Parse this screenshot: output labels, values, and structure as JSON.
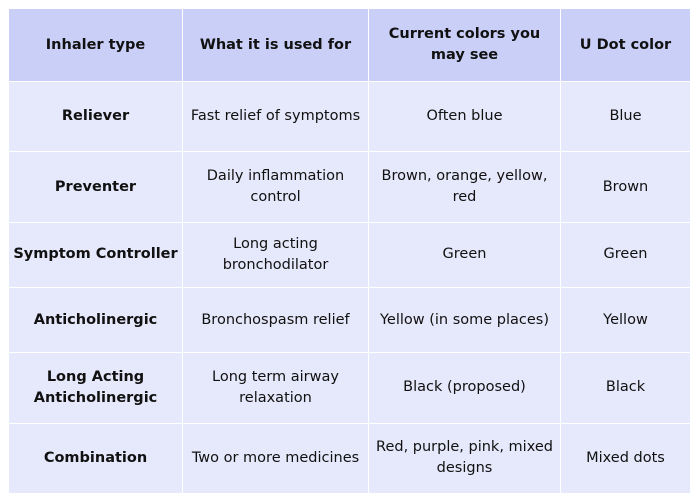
{
  "table": {
    "headers": [
      "Inhaler type",
      "What it is used for",
      "Current colors you may see",
      "U Dot color"
    ],
    "rows": [
      [
        "Reliever",
        "Fast relief of symptoms",
        "Often blue",
        "Blue"
      ],
      [
        "Preventer",
        "Daily inflammation control",
        "Brown, orange, yellow, red",
        "Brown"
      ],
      [
        "Symptom Controller",
        "Long acting bronchodilator",
        "Green",
        "Green"
      ],
      [
        "Anticholinergic",
        "Bronchospasm relief",
        "Yellow (in some places)",
        "Yellow"
      ],
      [
        "Long Acting Anticholinergic",
        "Long term airway relaxation",
        "Black (proposed)",
        "Black"
      ],
      [
        "Combination",
        "Two or more medicines",
        "Red, purple, pink, mixed designs",
        "Mixed dots"
      ]
    ]
  },
  "colors": {
    "header_bg": "#c9cff7",
    "cell_bg": "#e6e8fb",
    "border": "#ffffff",
    "text": "#111111"
  }
}
